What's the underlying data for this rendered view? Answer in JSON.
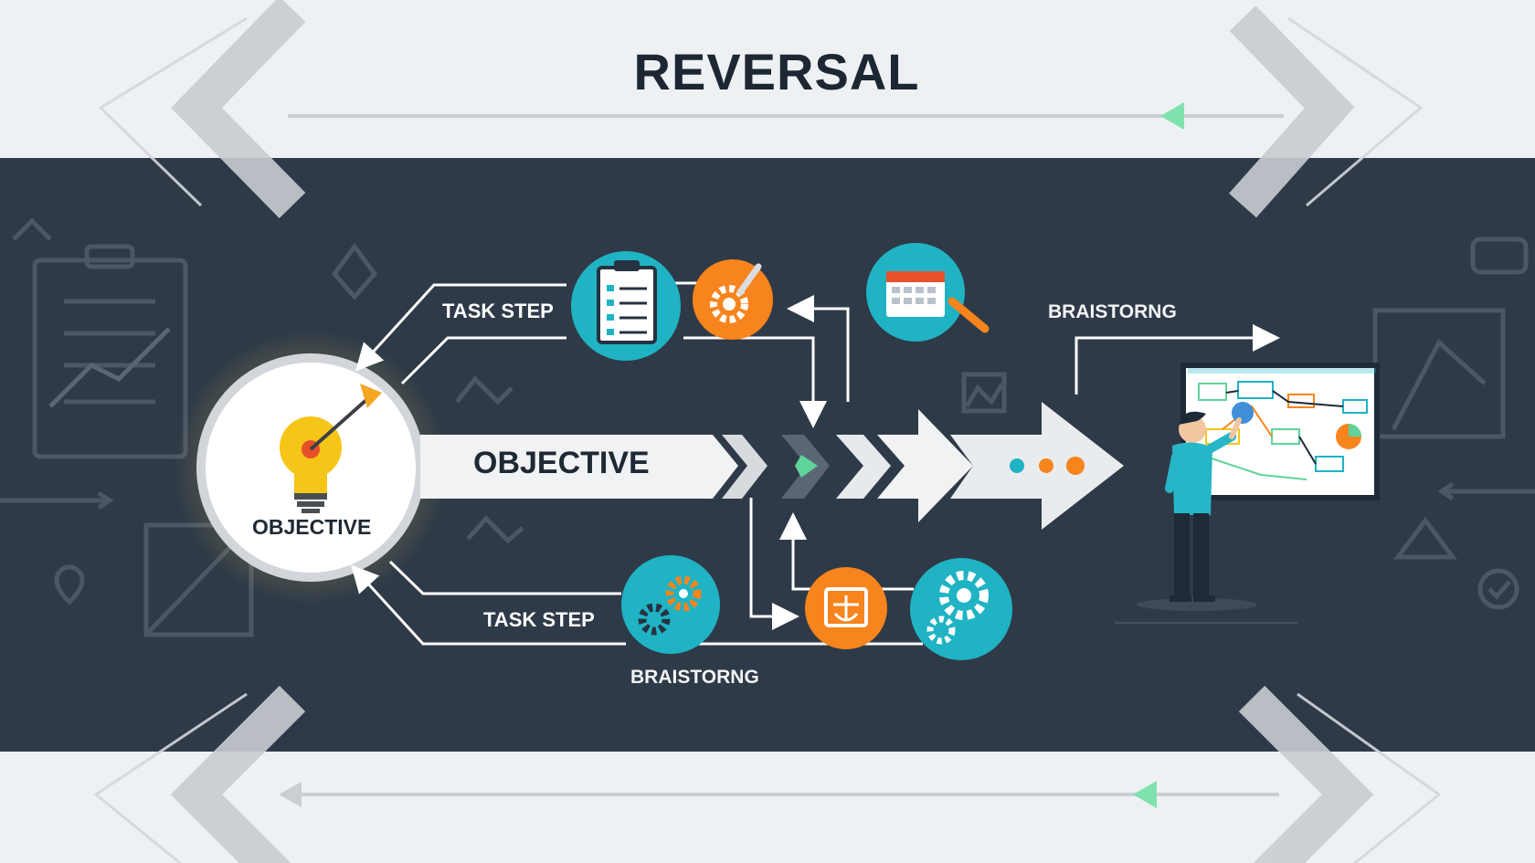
{
  "title": "REVERSAL",
  "objective_banner": "OBJECTIVE",
  "objective_circle_label": "OBJECTIVE",
  "task_step_top": "TASK STEP",
  "task_step_bottom": "TASK STEP",
  "brainstorm_right": "BRAISTORNG",
  "brainstorm_bottom": "BRAISTORNG",
  "colors": {
    "dark_band": "#2f3a48",
    "light_band": "#eef1f4",
    "teal": "#1fb3c4",
    "orange": "#f7841c",
    "yellow": "#f5c518",
    "green": "#5fd39a",
    "arrow_white": "#f0f2f4"
  },
  "icons": [
    "lightbulb-target-icon",
    "clipboard-checklist-icon",
    "gear-wrench-icon",
    "calendar-pencil-icon",
    "gears-icon",
    "presentation-board-icon",
    "person-at-board-icon"
  ]
}
